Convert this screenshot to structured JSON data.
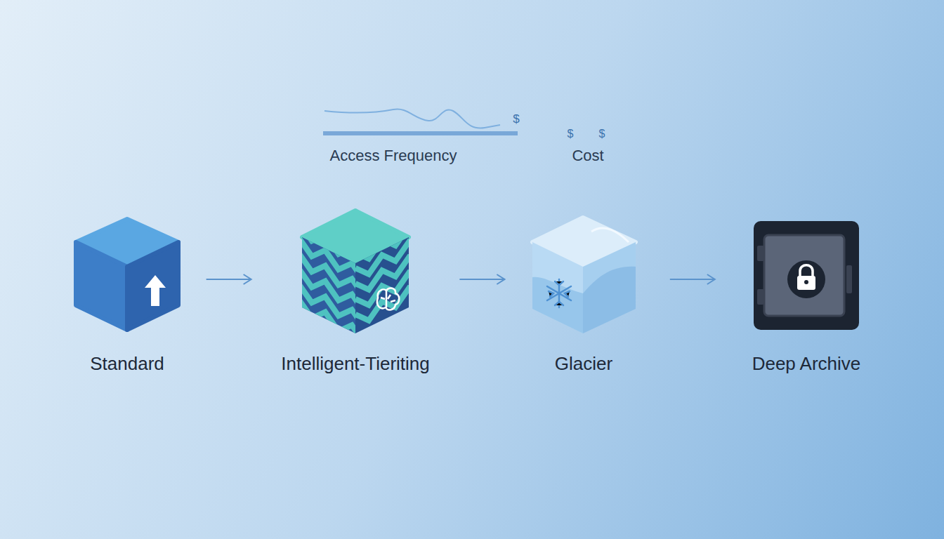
{
  "diagram": {
    "nodes": [
      {
        "text": [
          "Standard"
        ]
      },
      {
        "text": [
          "Intelligent-Tieriting"
        ]
      },
      {
        "text": [
          "Glacier"
        ]
      },
      {
        "text": [
          "Deep Archive"
        ]
      }
    ],
    "edges": [
      {
        "from": 0,
        "to": 1,
        "arrow": "to"
      },
      {
        "from": 1,
        "to": 2,
        "arrow": "to"
      },
      {
        "from": 2,
        "to": 3,
        "arrow": "to"
      }
    ],
    "labels": [
      "$",
      "Access Frequency",
      "$",
      "$",
      "Cost"
    ]
  }
}
